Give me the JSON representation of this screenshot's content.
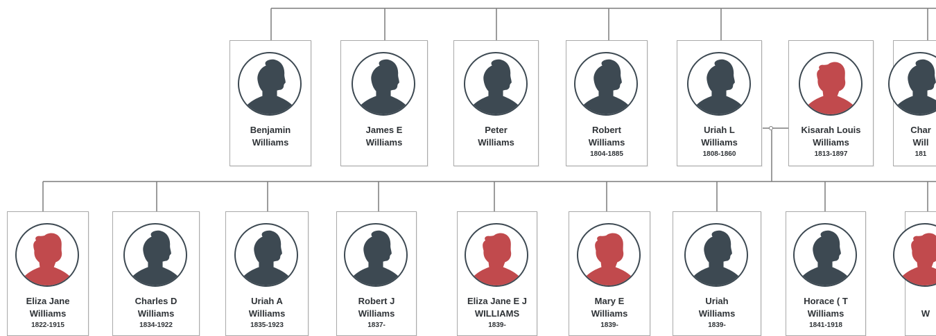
{
  "parents_row": [
    {
      "name": "Benjamin Williams",
      "name_lines": [
        "Benjamin",
        "Williams"
      ],
      "dates": "",
      "gender": "male"
    },
    {
      "name": "James E Williams",
      "name_lines": [
        "James E",
        "Williams"
      ],
      "dates": "",
      "gender": "male"
    },
    {
      "name": "Peter Williams",
      "name_lines": [
        "Peter",
        "Williams"
      ],
      "dates": "",
      "gender": "male"
    },
    {
      "name": "Robert Williams",
      "name_lines": [
        "Robert",
        "Williams"
      ],
      "dates": "1804-1885",
      "gender": "male"
    },
    {
      "name": "Uriah L Williams",
      "name_lines": [
        "Uriah L",
        "Williams"
      ],
      "dates": "1808-1860",
      "gender": "male"
    },
    {
      "name": "Kisarah Louis Williams",
      "name_lines": [
        "Kisarah Louis",
        "Williams"
      ],
      "dates": "1813-1897",
      "gender": "female"
    },
    {
      "name": "Char Will",
      "name_lines": [
        "Char",
        "Will"
      ],
      "dates": "181",
      "gender": "male"
    }
  ],
  "children_row": [
    {
      "name": "Eliza Jane Williams",
      "name_lines": [
        "Eliza Jane",
        "Williams"
      ],
      "dates": "1822-1915",
      "gender": "female"
    },
    {
      "name": "Charles D Williams",
      "name_lines": [
        "Charles D",
        "Williams"
      ],
      "dates": "1834-1922",
      "gender": "male"
    },
    {
      "name": "Uriah A Williams",
      "name_lines": [
        "Uriah A",
        "Williams"
      ],
      "dates": "1835-1923",
      "gender": "male"
    },
    {
      "name": "Robert J Williams",
      "name_lines": [
        "Robert J",
        "Williams"
      ],
      "dates": "1837-",
      "gender": "male"
    },
    {
      "name": "Eliza Jane E J WILLIAMS",
      "name_lines": [
        "Eliza Jane E J",
        "WILLIAMS"
      ],
      "dates": "1839-",
      "gender": "female"
    },
    {
      "name": "Mary E Williams",
      "name_lines": [
        "Mary E",
        "Williams"
      ],
      "dates": "1839-",
      "gender": "female"
    },
    {
      "name": "Uriah Williams",
      "name_lines": [
        "Uriah",
        "Williams"
      ],
      "dates": "1839-",
      "gender": "male"
    },
    {
      "name": "Horace ( T Williams",
      "name_lines": [
        "Horace ( T",
        "Williams"
      ],
      "dates": "1841-1918",
      "gender": "male"
    },
    {
      "name": "W",
      "name_lines": [
        "",
        "W"
      ],
      "dates": "",
      "gender": "female"
    }
  ],
  "colors": {
    "male": "#3d4952",
    "female": "#c14a4d",
    "connector": "#7b7b7b",
    "card_border": "#a9a9a9"
  },
  "icons": {
    "male": "male-silhouette-icon",
    "female": "female-silhouette-icon"
  }
}
